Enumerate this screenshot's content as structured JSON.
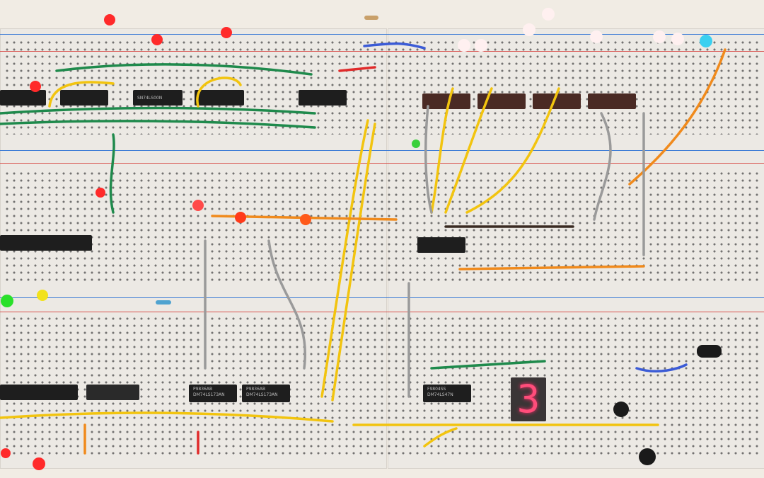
{
  "scene": "breadboard-computer",
  "chips": [
    {
      "label": "SN74LS00N"
    },
    {
      "label": "P9836AB DM74LS173AN"
    },
    {
      "label": "P9836AB DM74LS173AN"
    },
    {
      "label": "F9804SS DM74LS47N"
    }
  ],
  "display": {
    "digit": "3",
    "color": "#ff3d74"
  },
  "colors": {
    "board": "#ece9e4",
    "wire_green": "#1f8a4c",
    "wire_yellow": "#f2c40f",
    "wire_red": "#e02a2a",
    "wire_orange": "#f08a1c",
    "wire_gray": "#9a9a9a"
  }
}
